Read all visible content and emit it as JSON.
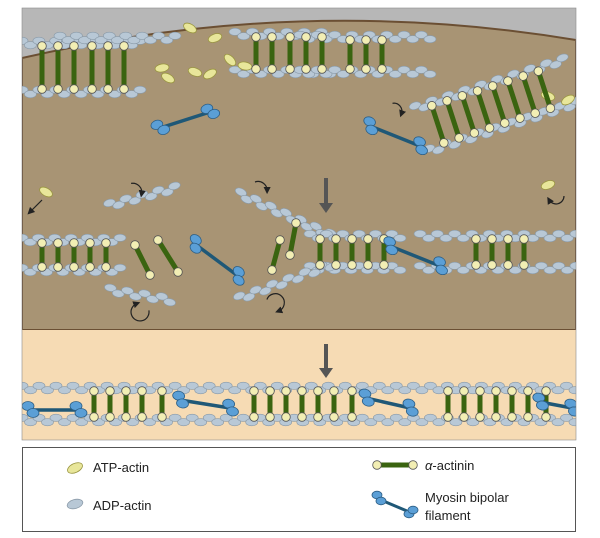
{
  "colors": {
    "cortex": "#a89474",
    "cortex_edge": "#6b4f33",
    "lower_band": "#f6dbb4",
    "membrane_gray": "#b7b7b7",
    "atp_actin": "#e8e69a",
    "adp_actin": "#b8c8d6",
    "actinin_rod": "#3a6410",
    "actinin_head": "#f2eeb4",
    "myosin_head": "#5b9fd6",
    "myosin_tail": "#1f5877",
    "arrow": "#555555"
  },
  "icons": {
    "atp": "atp-actin-icon",
    "adp": "adp-actin-icon",
    "actinin": "alpha-actinin-icon",
    "myosin": "myosin-bipolar-filament-icon",
    "transition_arrow": "down-arrow-icon",
    "rotation": "rotation-arrow-icon"
  },
  "legend": {
    "atp_label": "ATP-actin",
    "adp_label": "ADP-actin",
    "actinin_symbol": "α",
    "actinin_label": "-actinin",
    "myosin_label_line1": "Myosin bipolar",
    "myosin_label_line2": "filament"
  }
}
